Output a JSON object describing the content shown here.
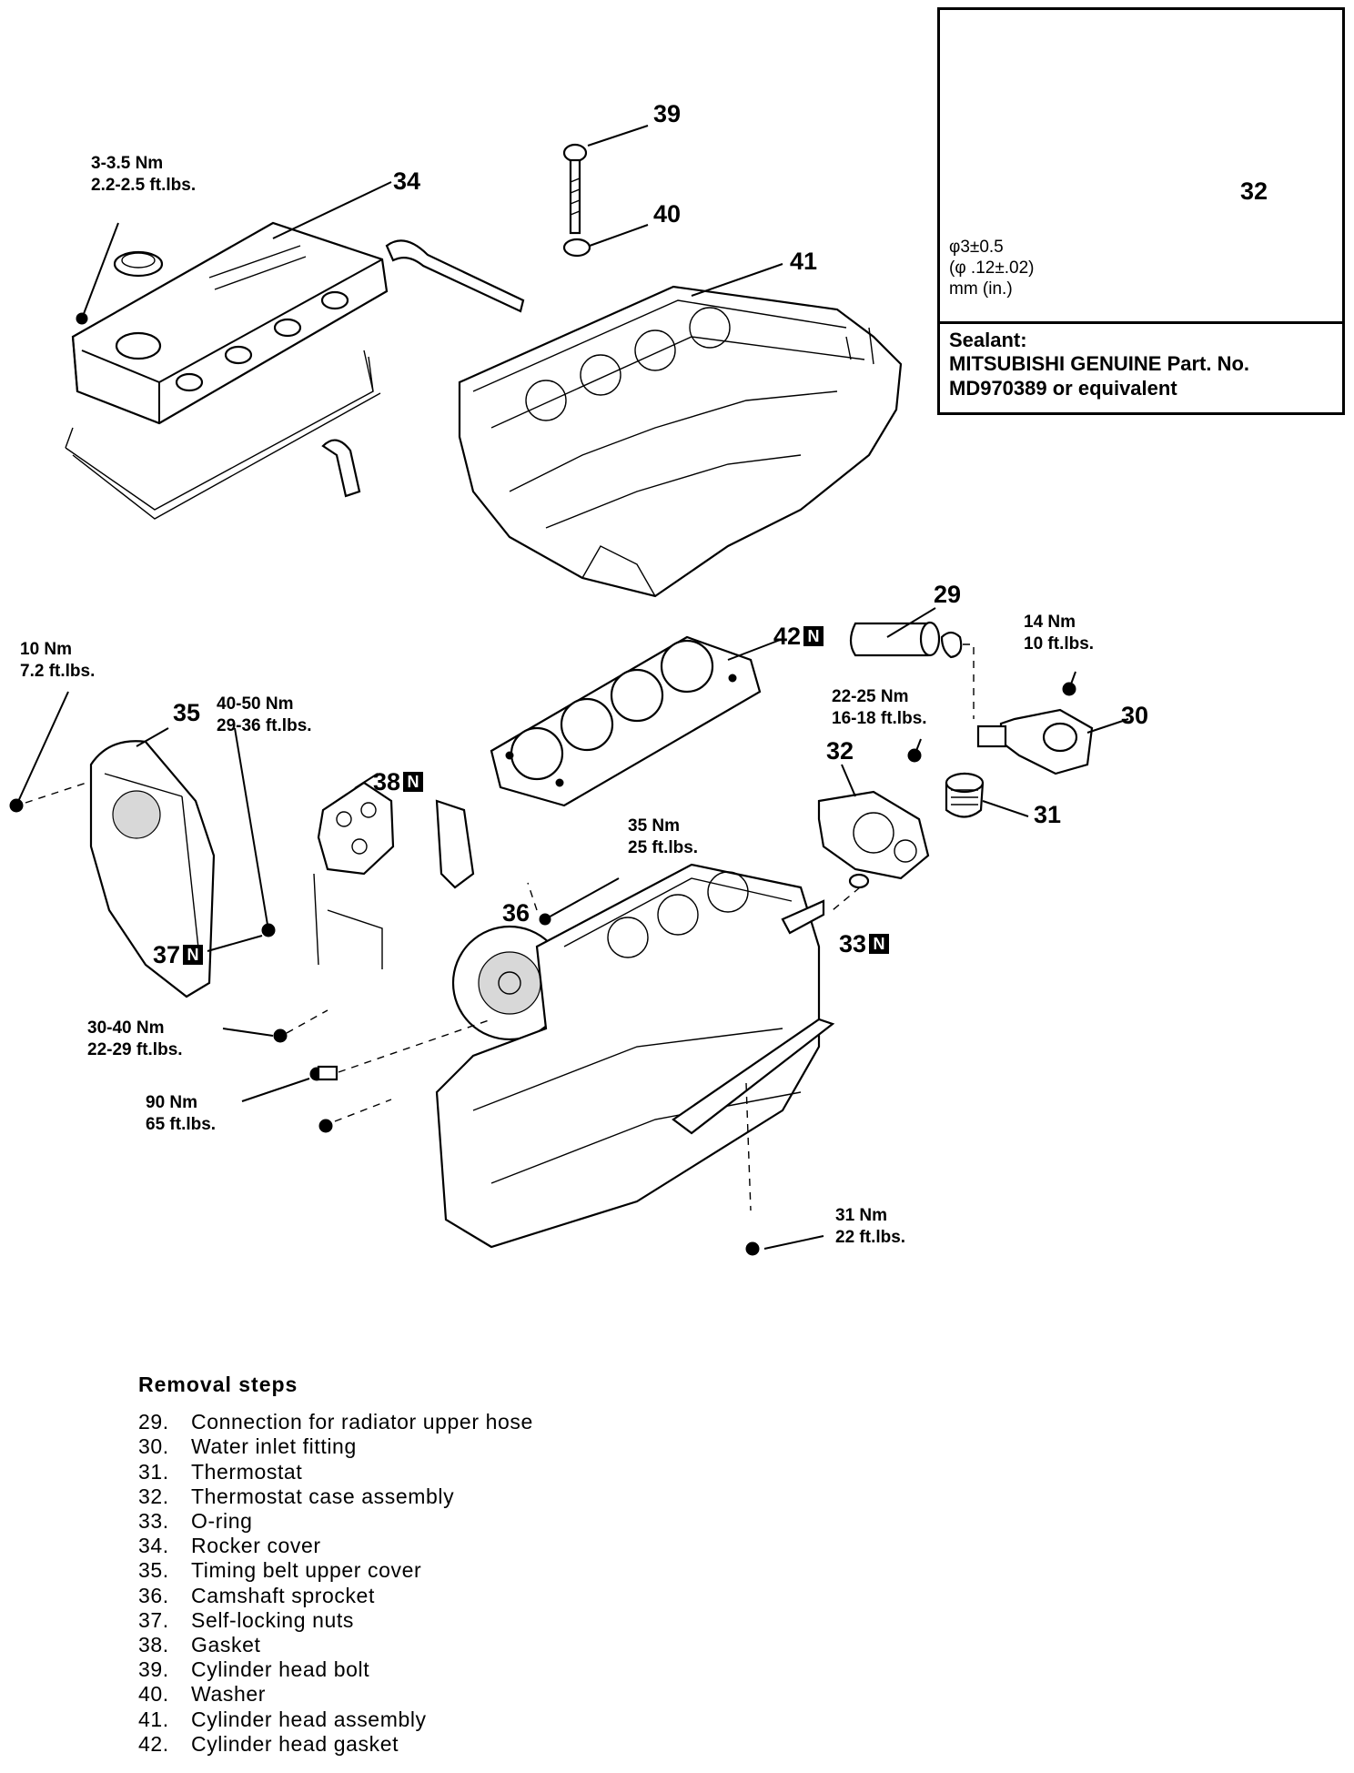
{
  "callouts": {
    "c29": "29",
    "c30": "30",
    "c31": "31",
    "c32": "32",
    "c33": "33",
    "c34": "34",
    "c35": "35",
    "c36": "36",
    "c37": "37",
    "c38": "38",
    "c39": "39",
    "c40": "40",
    "c41": "41",
    "c42": "42",
    "inset32": "32"
  },
  "new_part_mark": "N",
  "torques": {
    "rocker_cover": [
      "3-3.5 Nm",
      "2.2-2.5 ft.lbs."
    ],
    "belt_cover_bolt": [
      "10 Nm",
      "7.2 ft.lbs."
    ],
    "self_locking_nut": [
      "40-50 Nm",
      "29-36 ft.lbs."
    ],
    "water_inlet": [
      "14 Nm",
      "10 ft.lbs."
    ],
    "thermostat_case": [
      "22-25 Nm",
      "16-18 ft.lbs."
    ],
    "sprocket_bolt": [
      "35 Nm",
      "25 ft.lbs."
    ],
    "manifold_bolt": [
      "30-40 Nm",
      "22-29 ft.lbs."
    ],
    "head_bolt": [
      "90 Nm",
      "65 ft.lbs."
    ],
    "bracket_bolt": [
      "31 Nm",
      "22 ft.lbs."
    ]
  },
  "inset": {
    "dimension": [
      "φ3±0.5",
      "(φ .12±.02)",
      "mm (in.)"
    ],
    "sealant": [
      "Sealant:",
      "MITSUBISHI GENUINE Part. No.",
      "MD970389 or equivalent"
    ]
  },
  "removal_steps": {
    "title": "Removal steps",
    "items": [
      {
        "num": "29.",
        "text": "Connection for radiator upper hose"
      },
      {
        "num": "30.",
        "text": "Water inlet fitting"
      },
      {
        "num": "31.",
        "text": "Thermostat"
      },
      {
        "num": "32.",
        "text": "Thermostat case assembly"
      },
      {
        "num": "33.",
        "text": "O-ring"
      },
      {
        "num": "34.",
        "text": "Rocker cover"
      },
      {
        "num": "35.",
        "text": "Timing belt upper cover"
      },
      {
        "num": "36.",
        "text": "Camshaft sprocket"
      },
      {
        "num": "37.",
        "text": "Self-locking nuts"
      },
      {
        "num": "38.",
        "text": "Gasket"
      },
      {
        "num": "39.",
        "text": "Cylinder head bolt"
      },
      {
        "num": "40.",
        "text": "Washer"
      },
      {
        "num": "41.",
        "text": "Cylinder head assembly"
      },
      {
        "num": "42.",
        "text": "Cylinder head gasket"
      }
    ]
  }
}
